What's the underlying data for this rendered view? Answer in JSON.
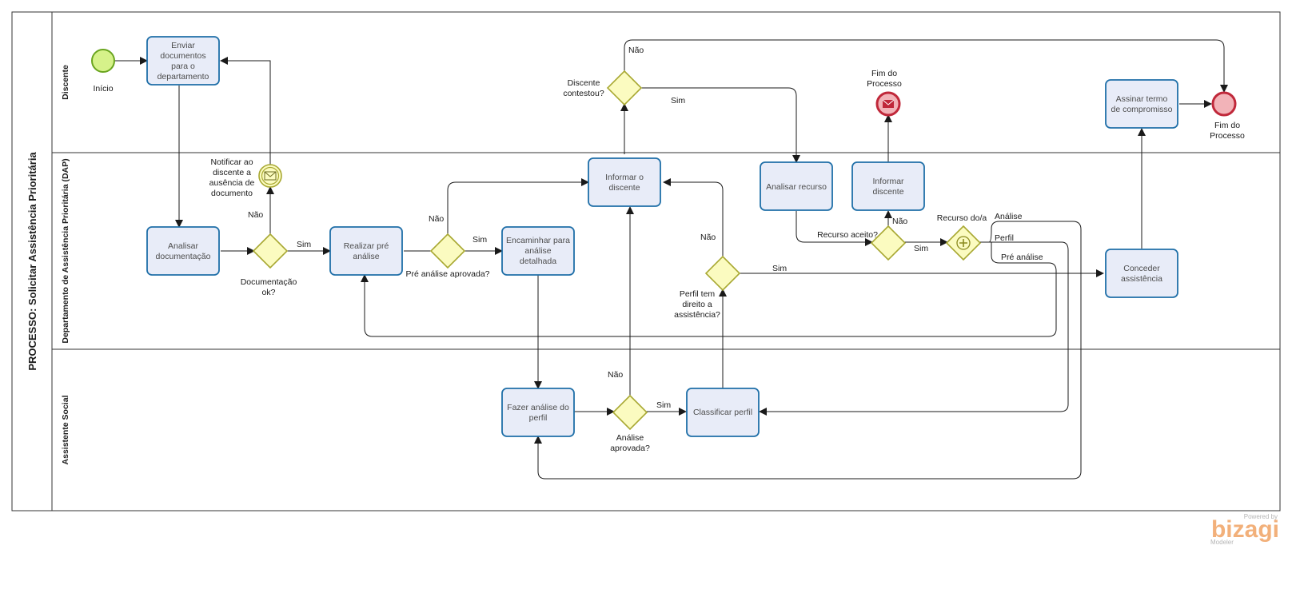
{
  "pool": {
    "title": "PROCESSO: Solicitar Assistência Prioritária"
  },
  "lanes": {
    "discente": "Discente",
    "dap": "Departamento de Assistência Prioritária (DAP)",
    "social": "Assistente Social"
  },
  "events": {
    "start": "Início",
    "end_top": [
      "Fim do",
      "Processo"
    ],
    "end_right": [
      "Fim do",
      "Processo"
    ],
    "notify": [
      "Notificar ao",
      "discente a",
      "ausência de",
      "documento"
    ]
  },
  "tasks": {
    "enviar": [
      "Enviar",
      "documentos",
      "para o",
      "departamento"
    ],
    "analisar_doc": [
      "Analisar",
      "documentação"
    ],
    "pre_analise": [
      "Realizar pré",
      "análise"
    ],
    "encaminhar": [
      "Encaminhar para",
      "análise",
      "detalhada"
    ],
    "informar": [
      "Informar o",
      "discente"
    ],
    "analisar_recurso": [
      "Analisar recurso"
    ],
    "informar2": [
      "Informar",
      "discente"
    ],
    "assinar": [
      "Assinar termo",
      "de compromisso"
    ],
    "conceder": [
      "Conceder",
      "assistência"
    ],
    "fazer_analise": [
      "Fazer análise do",
      "perfil"
    ],
    "classificar": [
      "Classificar perfil"
    ]
  },
  "gateways": {
    "doc_ok": [
      "Documentação",
      "ok?"
    ],
    "pre_aprovada": [
      "Pré análise aprovada?"
    ],
    "contestou": [
      "Discente",
      "contestou?"
    ],
    "perfil_direito": [
      "Perfil tem",
      "direito a",
      "assistência?"
    ],
    "recurso_aceito": [
      "Recurso aceito?"
    ],
    "recurso_do": [
      "Recurso do/a"
    ],
    "analise_aprovada": [
      "Análise",
      "aprovada?"
    ]
  },
  "flow_labels": {
    "nao": "Não",
    "sim": "Sim",
    "analise": "Análise",
    "perfil": "Perfil",
    "pre_analise": "Pré análise"
  },
  "branding": {
    "powered": "Powered by",
    "brand": "bizagi",
    "product": "Modeler"
  },
  "colors": {
    "task_fill": "#e8ecf8",
    "task_stroke": "#1f6fa8",
    "gateway_fill": "#fbfbc0",
    "gateway_stroke": "#a8a832",
    "start_fill": "#d6f28a",
    "start_stroke": "#6aa51f",
    "end_fill": "#f2b3b8",
    "end_stroke": "#c0283a",
    "brand": "#f2b07a"
  }
}
